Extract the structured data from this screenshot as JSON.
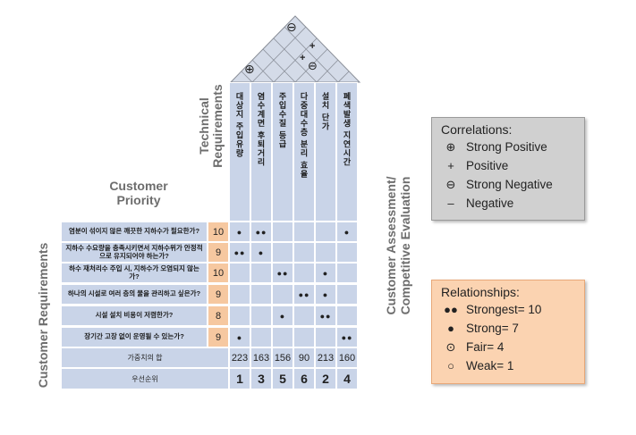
{
  "titles": {
    "technical": "Technical Requirements",
    "customer_priority": "Customer Priority",
    "customer_requirements": "Customer Requirements",
    "assessment": "Customer Assessment/ Competitive Evaluation"
  },
  "technical_requirements": [
    "대상지 주입유량",
    "염수계면 후퇴거리",
    "주입수질 등급",
    "다중대수층 분리 효율",
    "설치 단가",
    "폐색발생 지연시간"
  ],
  "customer_requirements": [
    {
      "text": "염분이 섞이지 않은 깨끗한 지하수가 필요한가?",
      "priority": "10",
      "marks": [
        "●",
        "●●",
        "",
        "",
        "",
        "●"
      ]
    },
    {
      "text": "지하수 수요량을 충족시키면서 지하수위가 안정적으로 유지되어야 하는가?",
      "priority": "9",
      "marks": [
        "●●",
        "●",
        "",
        "",
        "",
        ""
      ]
    },
    {
      "text": "하수 재처리수 주입 시, 지하수가 오염되지 않는가?",
      "priority": "10",
      "marks": [
        "",
        "",
        "●●",
        "",
        "●",
        ""
      ]
    },
    {
      "text": "하나의 시설로 여러 층의 물을 관리하고 싶은가?",
      "priority": "9",
      "marks": [
        "",
        "",
        "",
        "●●",
        "●",
        ""
      ]
    },
    {
      "text": "시설 설치 비용이 저렴한가?",
      "priority": "8",
      "marks": [
        "",
        "",
        "●",
        "",
        "●●",
        ""
      ]
    },
    {
      "text": "장기간 고장 없이 운영될 수 있는가?",
      "priority": "9",
      "marks": [
        "●",
        "",
        "",
        "",
        "",
        "●●"
      ]
    }
  ],
  "summary": {
    "weighted_label": "가중치의 합",
    "weighted": [
      "223",
      "163",
      "156",
      "90",
      "213",
      "160"
    ],
    "rank_label": "우선순위",
    "ranks": [
      "1",
      "3",
      "5",
      "6",
      "2",
      "4"
    ]
  },
  "roof_symbols": {
    "top": "⊖",
    "plus": "+",
    "mid_minus": "⊖",
    "mid_plus": "+",
    "left": "⊕"
  },
  "correlations": {
    "title": "Correlations:",
    "items": [
      {
        "symbol": "⊕",
        "label": "Strong Positive"
      },
      {
        "symbol": "+",
        "label": "Positive"
      },
      {
        "symbol": "⊖",
        "label": "Strong Negative"
      },
      {
        "symbol": "–",
        "label": "Negative"
      }
    ]
  },
  "relationships": {
    "title": "Relationships:",
    "items": [
      {
        "symbol": "●●",
        "label": "Strongest= 10"
      },
      {
        "symbol": "●",
        "label": "Strong= 7"
      },
      {
        "symbol": "⊙",
        "label": "Fair= 4"
      },
      {
        "symbol": "○",
        "label": "Weak= 1"
      }
    ]
  },
  "colors": {
    "grid": "#c9d4e8",
    "priority": "#f6c8a0",
    "corr_box": "#d0d0d0",
    "rel_box": "#fbd3b1"
  }
}
